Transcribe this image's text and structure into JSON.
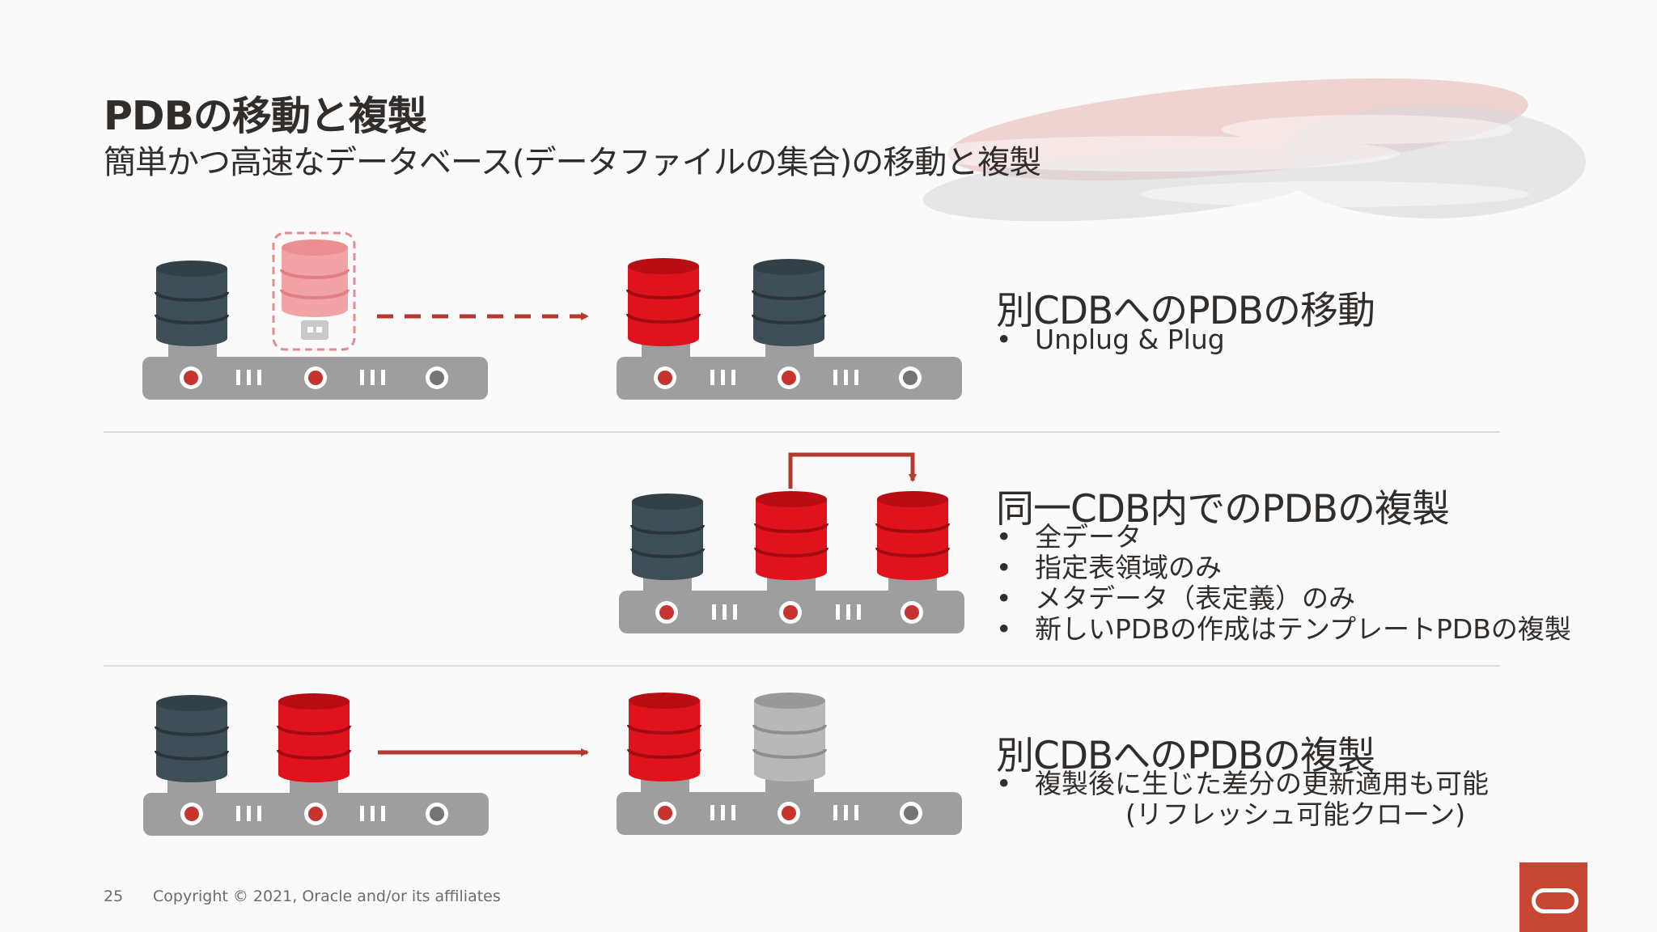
{
  "slide": {
    "title": "PDBの移動と複製",
    "subtitle": "簡単かつ高速なデータベース(データファイルの集合)の移動と複製"
  },
  "sections": [
    {
      "heading": "別CDBへのPDBの移動",
      "bullets": [
        "Unplug & Plug"
      ]
    },
    {
      "heading": "同一CDB内でのPDBの複製",
      "bullets": [
        "全データ",
        "指定表領域のみ",
        "メタデータ（表定義）のみ",
        "新しいPDBの作成はテンプレートPDBの複製"
      ]
    },
    {
      "heading": "別CDBへのPDBの複製",
      "bullets": [
        "複製後に生じた差分の更新適用も可能"
      ],
      "continuation": "(リフレッシュ可能クローン)"
    }
  ],
  "footer": {
    "page_number": "25",
    "copyright": "Copyright © 2021, Oracle and/or its affiliates"
  },
  "colors": {
    "accent_red": "#e0121b",
    "dark_db": "#3e4e56",
    "pink_db": "#f2a3a6",
    "gray_db": "#b9b8b8",
    "server": "#9e9e9e",
    "arrow": "#b23a2e",
    "oracle_logo": "#c74634"
  }
}
